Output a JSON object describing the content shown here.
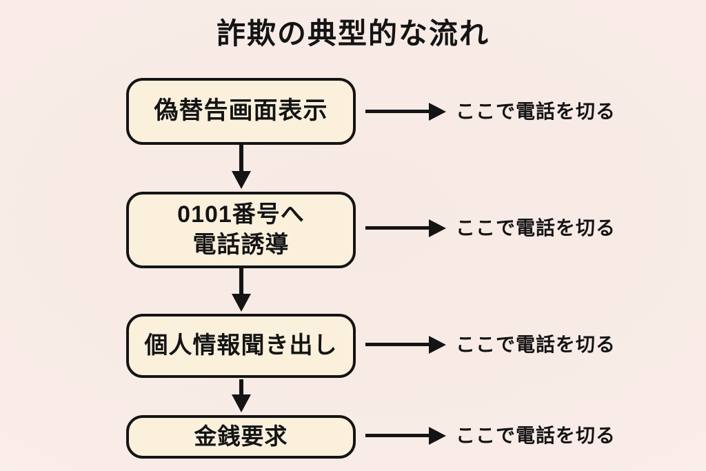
{
  "title": "詐欺の典型的な流れ",
  "colors": {
    "background_center": "#f7eae4",
    "background_edge": "#fdf3f0",
    "box_fill": "#fbf0dc",
    "ink": "#141414"
  },
  "flow": {
    "steps": [
      {
        "label": "偽替告画面表示",
        "annotation": "ここで電話を切る"
      },
      {
        "label": "0101番号へ\n電話誘導",
        "annotation": "ここで電話を切る"
      },
      {
        "label": "個人情報聞き出し",
        "annotation": "ここで電話を切る"
      },
      {
        "label": "金銭要求",
        "annotation": "ここで電話を切る"
      }
    ]
  }
}
